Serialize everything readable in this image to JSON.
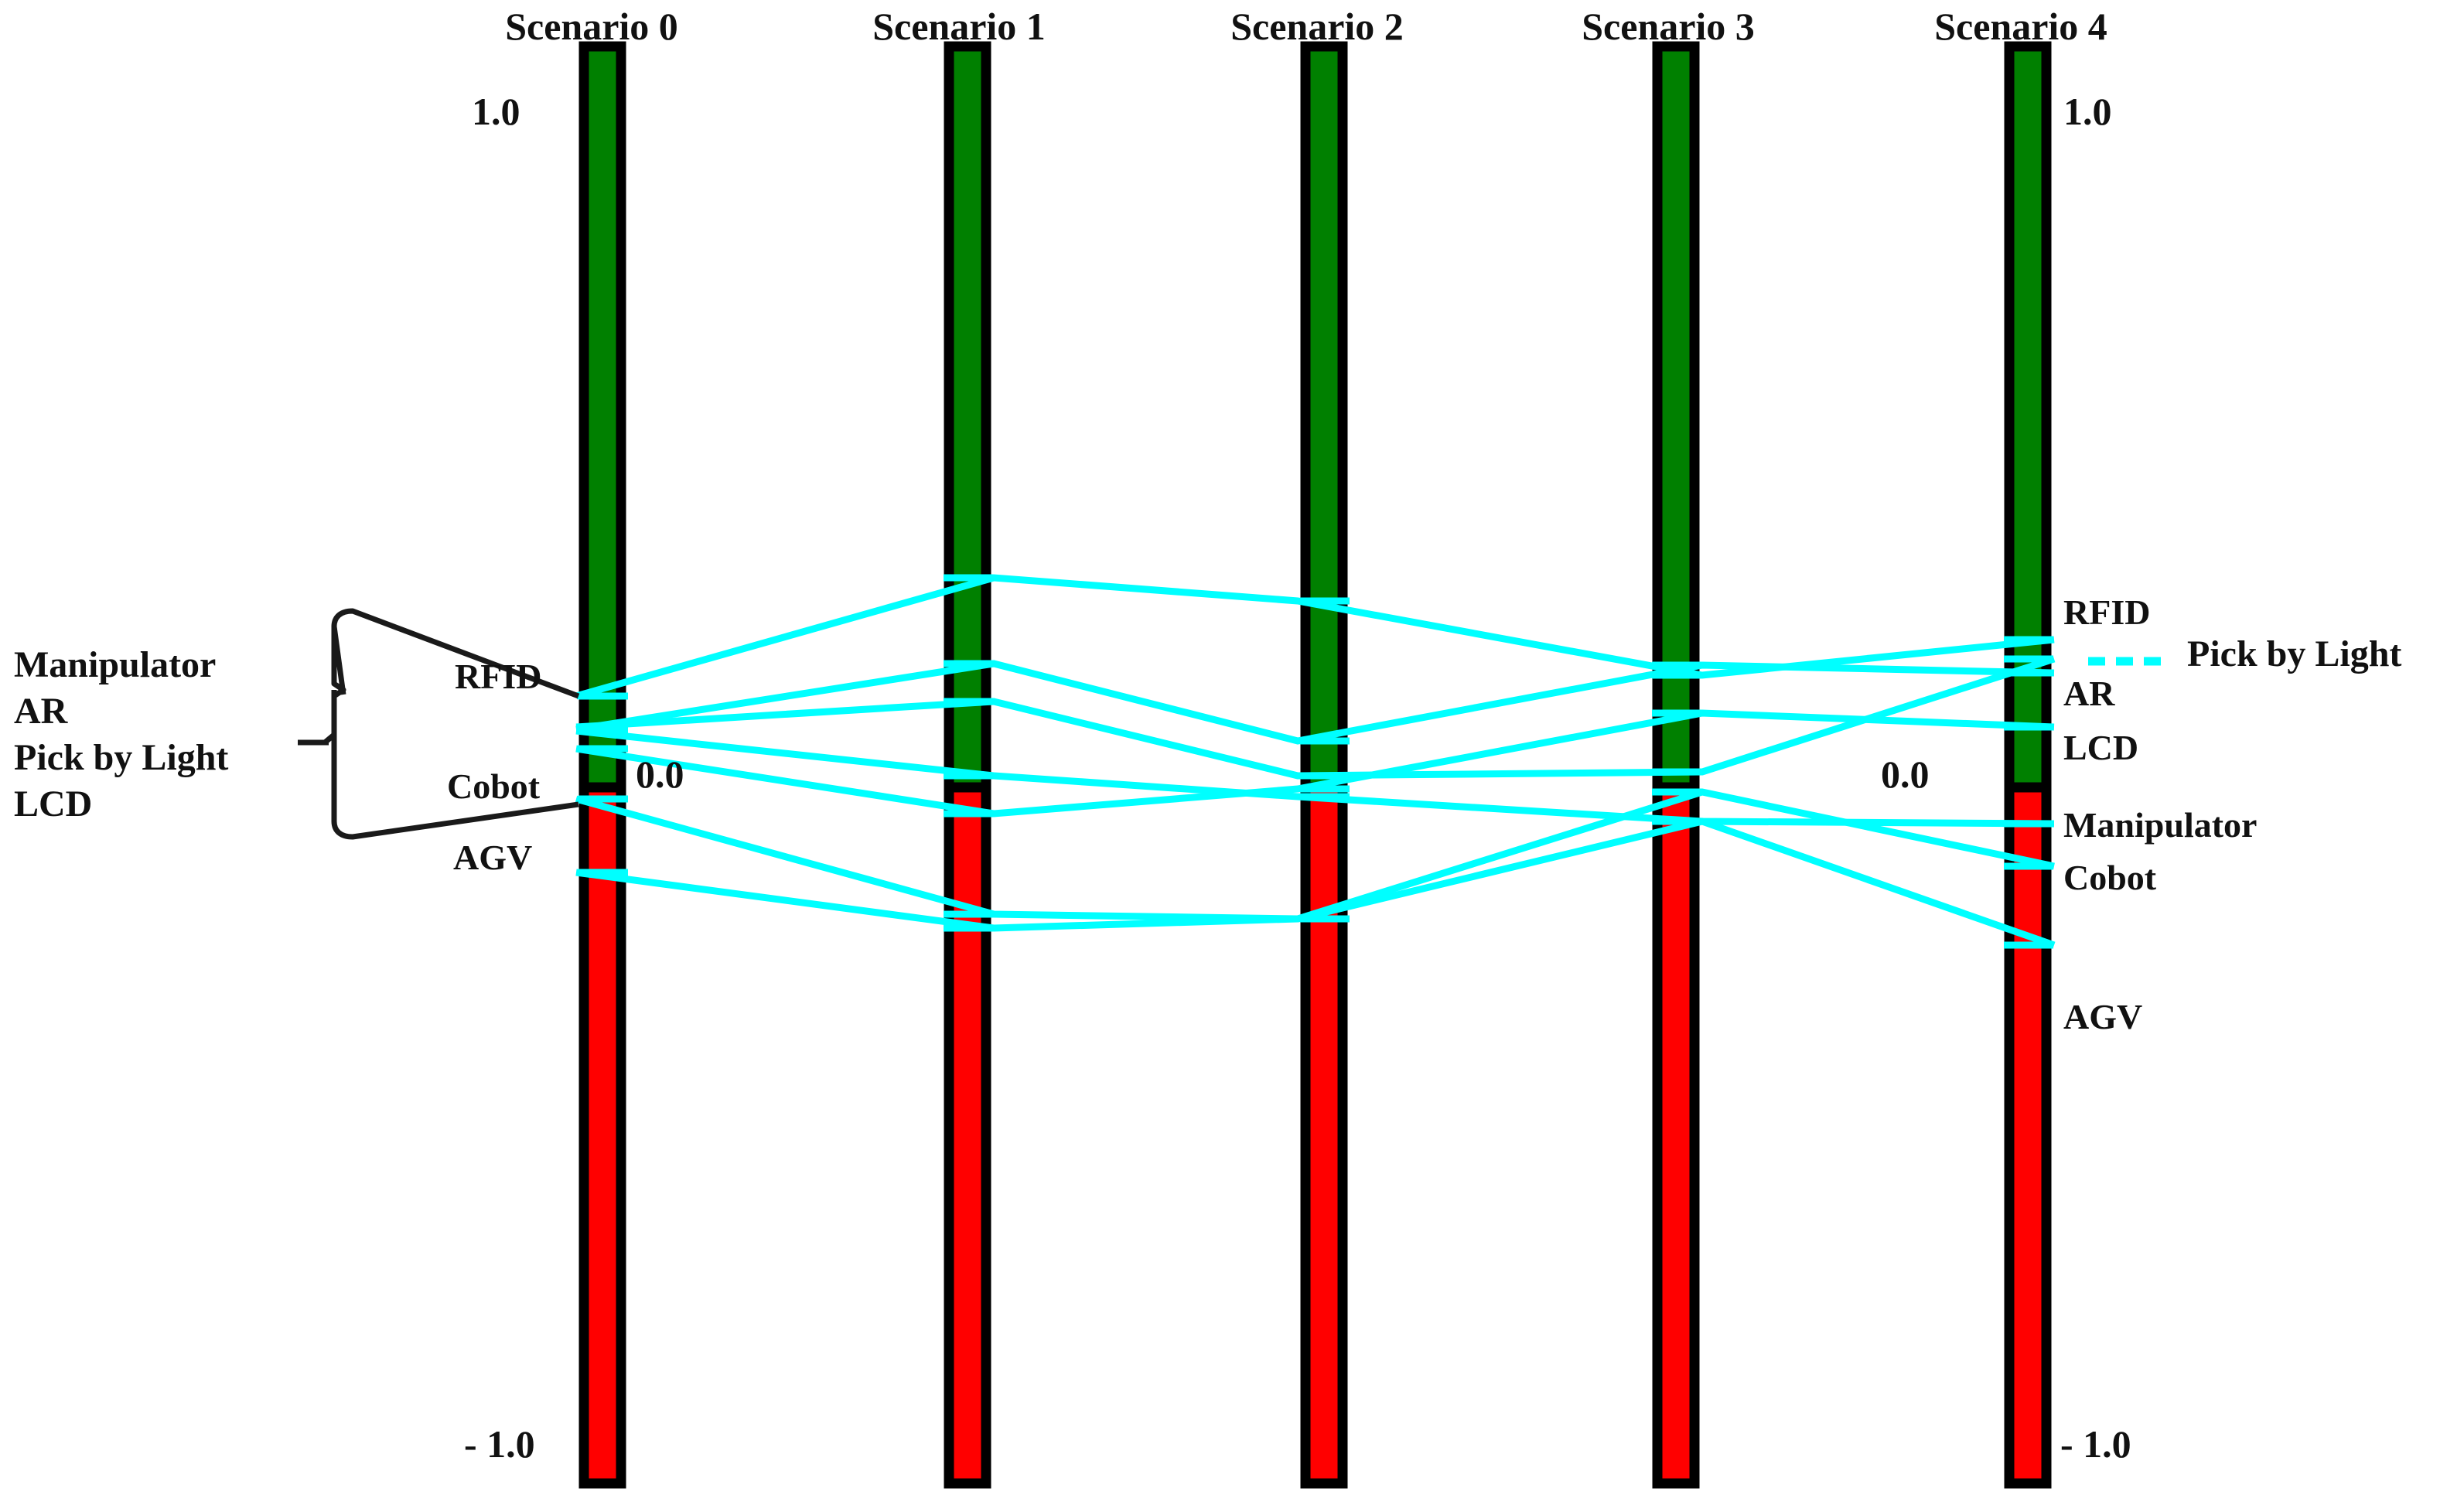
{
  "chart_data": {
    "type": "line",
    "chart_kind": "parallel-coordinates",
    "title": "",
    "xlabel": "",
    "ylabel": "",
    "ylim": [
      -1.0,
      1.0
    ],
    "grid": false,
    "legend_position": "right",
    "axis_labels": [
      "Scenario 0",
      "Scenario 1",
      "Scenario 2",
      "Scenario 3",
      "Scenario 4"
    ],
    "categories": [
      "Scenario 0",
      "Scenario 1",
      "Scenario 2",
      "Scenario 3",
      "Scenario 4"
    ],
    "scale_ticks": [
      {
        "label": "1.0",
        "value": 1.0
      },
      {
        "label": "0.0",
        "value": 0.0
      },
      {
        "label": "- 1.0",
        "value": -1.0
      }
    ],
    "positive_color": "#008000",
    "negative_color": "#ff0000",
    "line_color": "#00ffff",
    "axis_border_color": "#000000",
    "series": [
      {
        "name": "RFID",
        "values": [
          0.13,
          0.29,
          0.26,
          0.16,
          0.21
        ]
      },
      {
        "name": "AR",
        "values": [
          0.08,
          0.17,
          0.06,
          0.17,
          0.16
        ]
      },
      {
        "name": "Pick by Light",
        "values": [
          0.09,
          0.12,
          0.02,
          0.02,
          0.18
        ]
      },
      {
        "name": "LCD",
        "values": [
          0.06,
          -0.04,
          0.0,
          0.1,
          0.09
        ]
      },
      {
        "name": "Manipulator",
        "values": [
          0.08,
          0.02,
          -0.01,
          -0.04,
          -0.05
        ]
      },
      {
        "name": "Cobot",
        "values": [
          -0.02,
          -0.17,
          -0.18,
          -0.01,
          -0.11
        ]
      },
      {
        "name": "AGV",
        "values": [
          -0.12,
          -0.19,
          -0.18,
          -0.04,
          -0.22
        ]
      }
    ]
  },
  "left_group": {
    "items": [
      "Manipulator",
      "AR",
      "Pick by Light",
      "LCD"
    ],
    "brace_icon": "curly-brace-icon"
  },
  "axis_left_labels": {
    "scale_top": "1.0",
    "scale_zero": "0.0",
    "scale_bottom": "- 1.0",
    "ticks": [
      "RFID",
      "Cobot",
      "AGV"
    ]
  },
  "axis_right_labels": {
    "scale_top": "1.0",
    "scale_zero": "0.0",
    "scale_bottom": "- 1.0",
    "ticks": [
      "RFID",
      "AR",
      "LCD",
      "Manipulator",
      "Cobot",
      "AGV"
    ]
  },
  "legend": {
    "entries": [
      {
        "label": "Pick by Light",
        "style": "dashed",
        "color": "#00ffff"
      }
    ]
  }
}
